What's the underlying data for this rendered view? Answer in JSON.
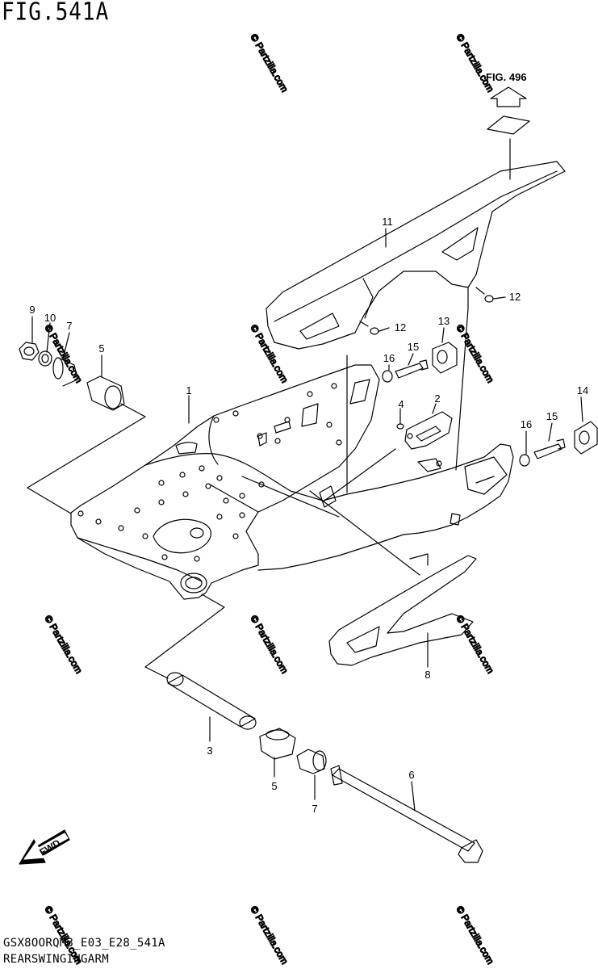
{
  "figure": {
    "title": "FIG.541A",
    "reference_label": "FIG. 496"
  },
  "footer": {
    "model_code": "GSX8OORQM3_E03_E28_541A",
    "section_name": "REARSWINGINGARM"
  },
  "watermark": {
    "text": "© Partzilla.com"
  },
  "direction": {
    "label": "FWD"
  },
  "callouts": {
    "c1": "1",
    "c2": "2",
    "c3": "3",
    "c4": "4",
    "c5_top": "5",
    "c5_bottom": "5",
    "c6": "6",
    "c7_top": "7",
    "c7_bottom": "7",
    "c8": "8",
    "c9": "9",
    "c10": "10",
    "c11": "11",
    "c12_a": "12",
    "c12_b": "12",
    "c13": "13",
    "c14": "14",
    "c15_a": "15",
    "c15_b": "15",
    "c16_a": "16",
    "c16_b": "16"
  }
}
